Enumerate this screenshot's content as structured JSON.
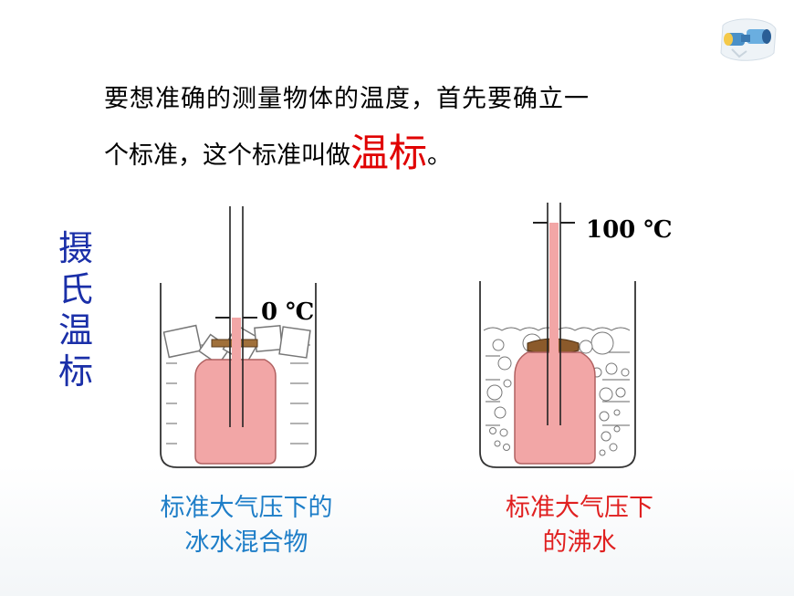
{
  "intro": {
    "line1": "要想准确的测量物体的温度，首先要确立一",
    "line2_before": "个标准，这个标准叫做",
    "line2_highlight": "温标",
    "line2_after": "。"
  },
  "side_title": [
    "摄",
    "氏",
    "温",
    "标"
  ],
  "left_setup": {
    "mark_label": "0 ℃",
    "caption_lines": [
      "标准大气压下的",
      "冰水混合物"
    ]
  },
  "right_setup": {
    "mark_label": "100 ℃",
    "caption_lines": [
      "标准大气压下",
      "的沸水"
    ]
  },
  "colors": {
    "title_blue": "#1a2fa8",
    "caption_blue": "#1e7ec8",
    "highlight_red": "#e00000",
    "bulb_pink": "#f0a0a0",
    "stopper_brown": "#8b5a2b"
  },
  "icon": "binoculars-icon"
}
